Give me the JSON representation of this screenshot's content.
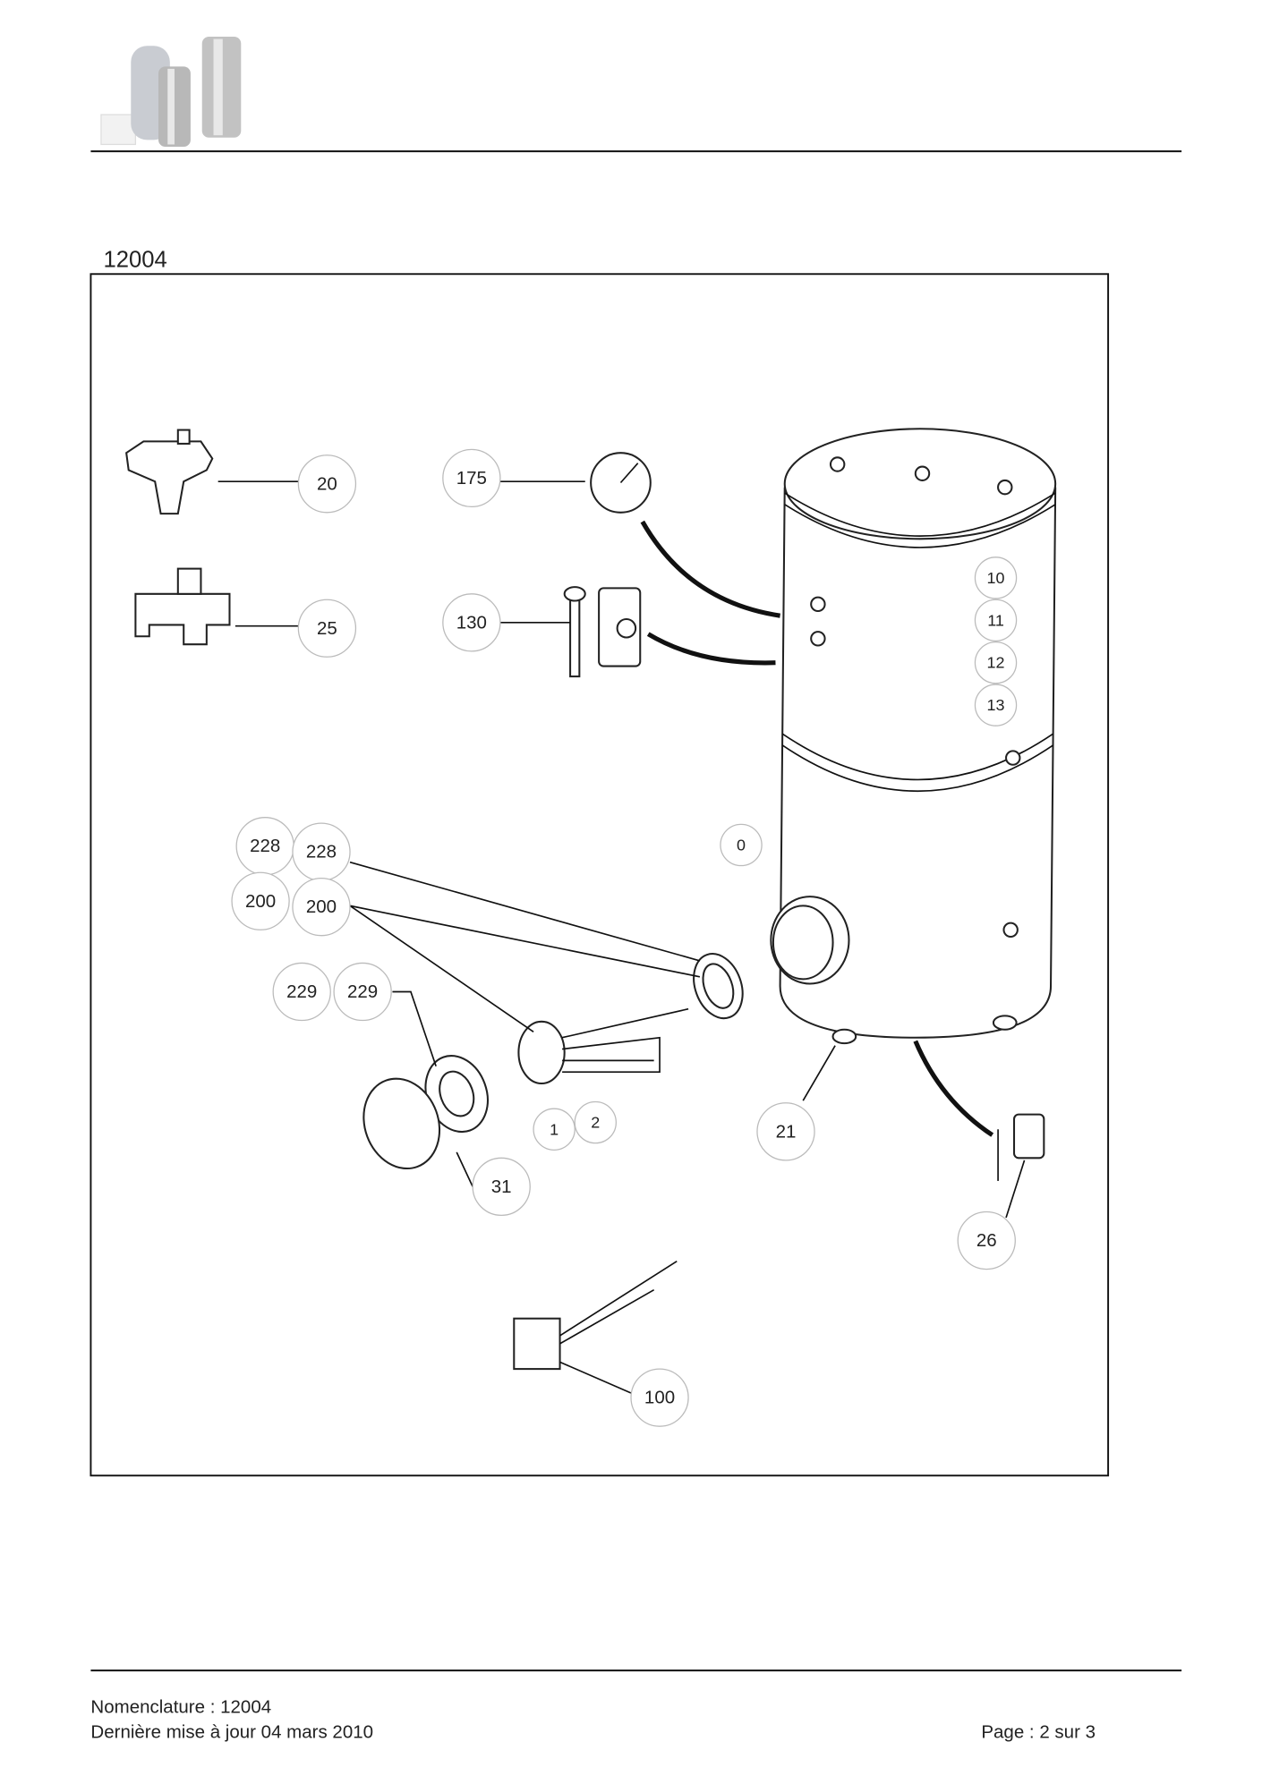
{
  "document": {
    "diagram_title": "12004",
    "footer": {
      "nomenclature": "Nomenclature : 12004",
      "updated": "Dernière mise à jour 04 mars 2010",
      "page": "Page : 2 sur 3"
    }
  },
  "callouts": [
    "20",
    "175",
    "25",
    "130",
    "10",
    "11",
    "12",
    "13",
    "0",
    "228",
    "228",
    "200",
    "200",
    "229",
    "229",
    "1",
    "2",
    "21",
    "31",
    "26",
    "100"
  ]
}
